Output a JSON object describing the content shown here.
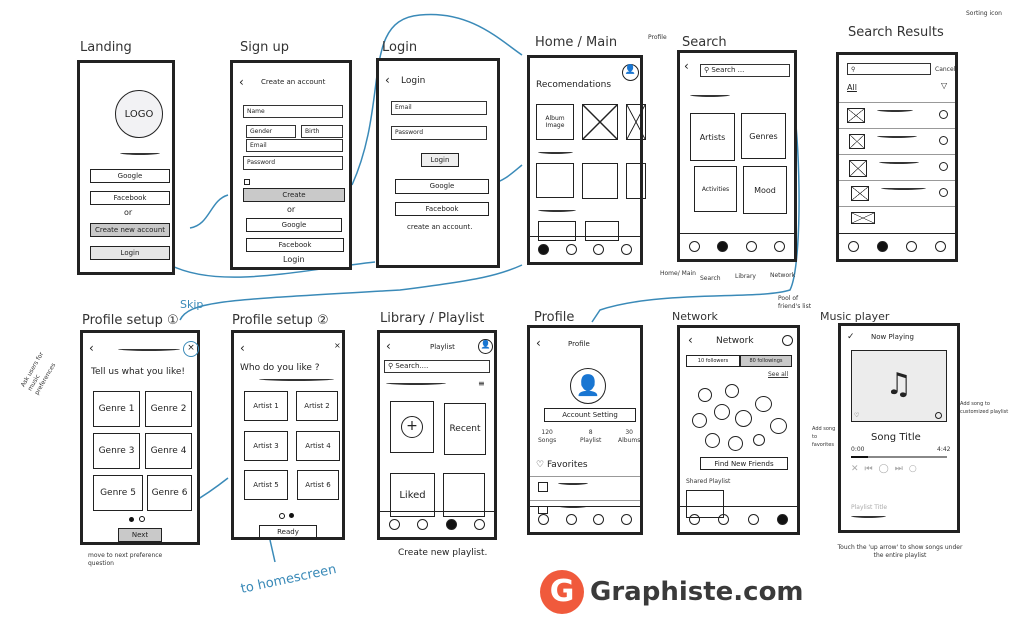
{
  "screens": {
    "landing": {
      "title": "Landing",
      "logo": "LOGO",
      "google": "Google",
      "facebook": "Facebook",
      "or": "or",
      "create": "Create new account",
      "login": "Login"
    },
    "signup": {
      "title": "Sign up",
      "header": "Create an account",
      "name": "Name",
      "gender": "Gender",
      "birth": "Birth",
      "email": "Email",
      "password": "Password",
      "create": "Create",
      "or": "or",
      "google": "Google",
      "facebook": "Facebook",
      "login": "Login"
    },
    "login": {
      "title": "Login",
      "header": "Login",
      "email": "Email",
      "password": "Password",
      "login_button": "Login",
      "google": "Google",
      "facebook": "Facebook",
      "create": "create an account."
    },
    "home": {
      "title": "Home / Main",
      "profile_note": "Profile",
      "heading": "Recomendations",
      "album": "Album Image"
    },
    "search": {
      "title": "Search",
      "placeholder": "Search ...",
      "tiles": [
        "Artists",
        "Genres",
        "Activities",
        "Mood"
      ],
      "nav_labels": [
        "Home/ Main",
        "Search",
        "Library",
        "Network"
      ]
    },
    "results": {
      "title": "Search Results",
      "sort_note": "Sorting icon",
      "cancel": "Cancel",
      "all": "All"
    },
    "setup1": {
      "title": "Profile setup ①",
      "skip": "Skip",
      "side_note": "Ask users for music preferences",
      "question": "Tell us what you like!",
      "genres": [
        "Genre 1",
        "Genre 2",
        "Genre 3",
        "Genre 4",
        "Genre 5",
        "Genre 6"
      ],
      "next": "Next",
      "next_note": "move to next preference question"
    },
    "setup2": {
      "title": "Profile setup ②",
      "question": "Who do you like ?",
      "artists": [
        "Artist 1",
        "Artist 2",
        "Artist 3",
        "Artist 4",
        "Artist 5",
        "Artist 6"
      ],
      "ready": "Ready",
      "to_home": "to homescreen"
    },
    "library": {
      "title": "Library / Playlist",
      "header": "Playlist",
      "placeholder": "Search....",
      "recent": "Recent",
      "liked": "Liked",
      "create_note": "Create new playlist."
    },
    "profile": {
      "title": "Profile",
      "header": "Profile",
      "settings": "Account Setting",
      "stats": [
        {
          "value": "120",
          "label": "Songs"
        },
        {
          "value": "8",
          "label": "Playlist"
        },
        {
          "value": "30",
          "label": "Albums"
        }
      ],
      "favorites": "Favorites"
    },
    "network": {
      "title": "Network",
      "header": "Network",
      "followers": "10 followers",
      "following": "80 followings",
      "see_all": "See all",
      "pool_note": "Pool of friend's list",
      "find": "Find New Friends",
      "shared": "Shared Playlist"
    },
    "player": {
      "title": "Music player",
      "header": "Now Playing",
      "song": "Song Title",
      "time_start": "0:00",
      "time_end": "4:42",
      "playlist": "Playlist Title",
      "add_note": "Add song to customized playlist",
      "fav_note": "Add song to favorites",
      "swipe_note": "Touch the 'up arrow' to show songs under the entire playlist"
    }
  },
  "watermark": "Graphiste.com",
  "colors": {
    "arrow": "#3a8ab8",
    "watermark": "#f05a3c"
  }
}
